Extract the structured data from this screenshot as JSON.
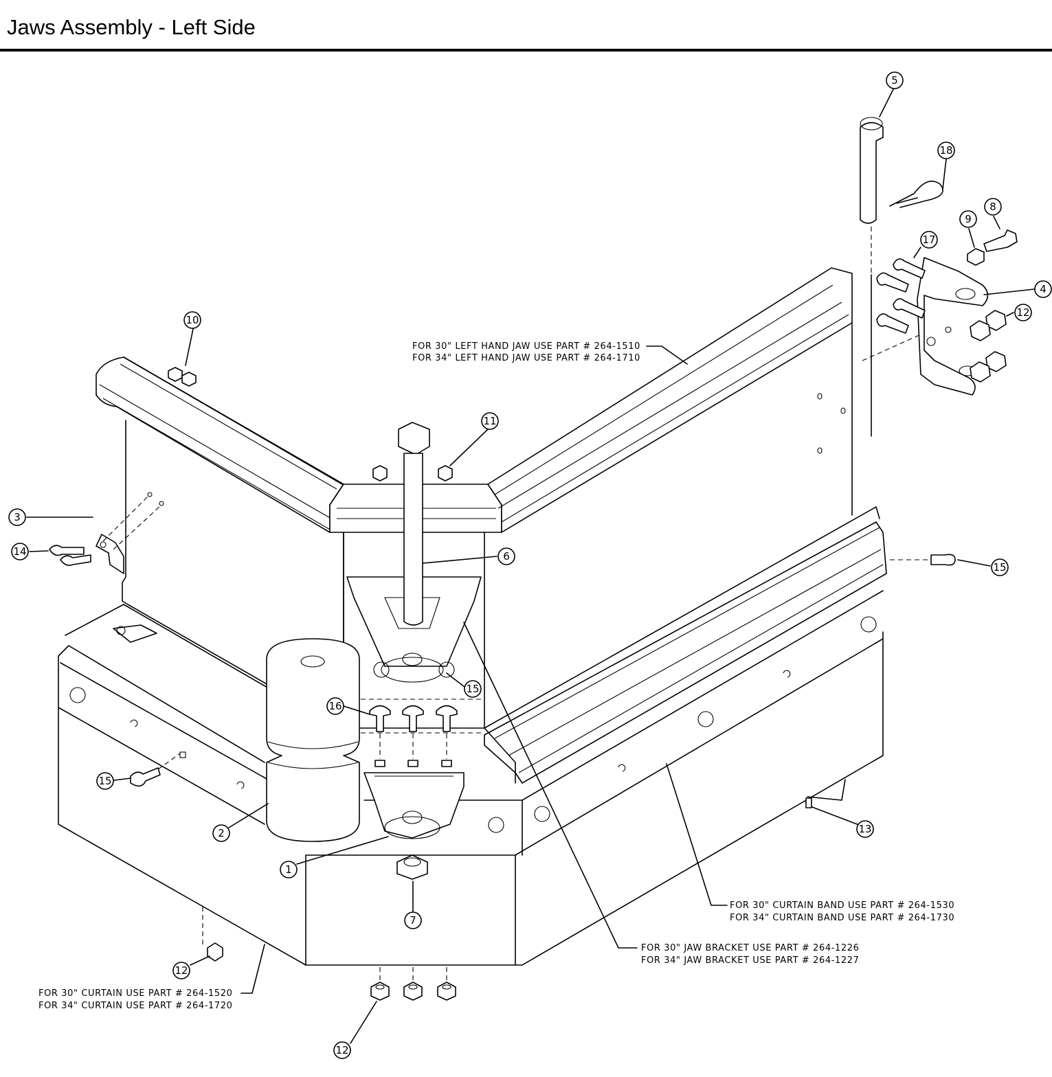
{
  "title": "Jaws Assembly - Left Side",
  "callouts": {
    "c1": "1",
    "c2": "2",
    "c3": "3",
    "c4": "4",
    "c5": "5",
    "c6": "6",
    "c7": "7",
    "c8": "8",
    "c9": "9",
    "c10": "10",
    "c11": "11",
    "c12a": "12",
    "c12b": "12",
    "c12c": "12",
    "c13": "13",
    "c14": "14",
    "c15a": "15",
    "c15b": "15",
    "c15c": "15",
    "c16": "16",
    "c17": "17",
    "c18": "18"
  },
  "notes": {
    "left_hand_jaw": {
      "line1": "FOR 30\" LEFT HAND JAW USE PART # 264-1510",
      "line2": "FOR 34\" LEFT HAND JAW USE PART # 264-1710"
    },
    "curtain_band": {
      "line1": "FOR 30\" CURTAIN BAND USE PART # 264-1530",
      "line2": "FOR 34\" CURTAIN BAND USE PART # 264-1730"
    },
    "jaw_bracket": {
      "line1": "FOR 30\" JAW BRACKET USE PART # 264-1226",
      "line2": "FOR 34\" JAW BRACKET USE PART # 264-1227"
    },
    "curtain": {
      "line1": "FOR 30\" CURTAIN USE PART # 264-1520",
      "line2": "FOR 34\" CURTAIN USE PART # 264-1720"
    }
  }
}
